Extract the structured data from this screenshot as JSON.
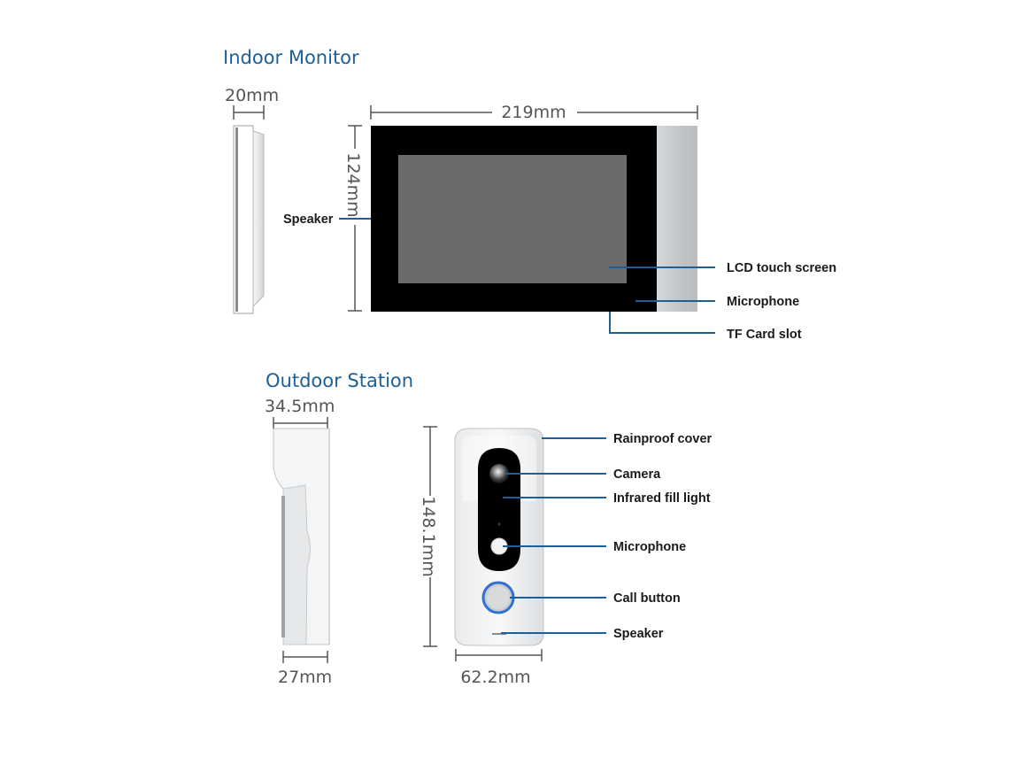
{
  "indoor": {
    "title": "Indoor Monitor",
    "dims": {
      "depth": "20mm",
      "width": "219mm",
      "height": "124mm"
    },
    "labels": {
      "speaker": "Speaker",
      "lcd": "LCD touch screen",
      "microphone": "Microphone",
      "tf_card": "TF Card slot"
    }
  },
  "outdoor": {
    "title": "Outdoor Station",
    "dims": {
      "depth_top": "34.5mm",
      "depth_bottom": "27mm",
      "height": "148.1mm",
      "width": "62.2mm"
    },
    "labels": {
      "rainproof": "Rainproof cover",
      "camera": "Camera",
      "infrared": "Infrared fill light",
      "microphone": "Microphone",
      "call_button": "Call button",
      "speaker": "Speaker"
    }
  },
  "colors": {
    "title": "#1f5f98",
    "leader": "#1f5f98",
    "dimension": "#555555",
    "bezel": "#000000",
    "screen": "#6b6b6b",
    "silver": "#c9ccce",
    "call_ring": "#2f6fd6"
  }
}
